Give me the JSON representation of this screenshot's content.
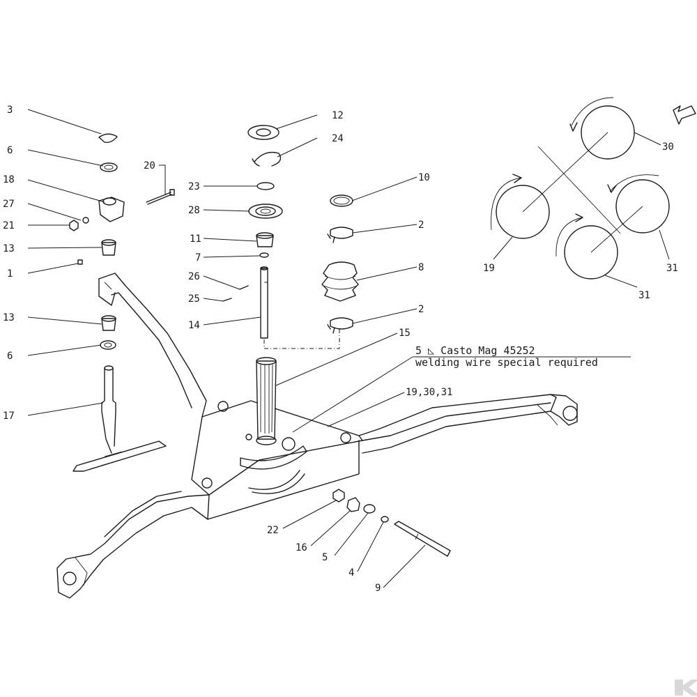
{
  "callouts": {
    "c3": "3",
    "c6a": "6",
    "c18": "18",
    "c27": "27",
    "c21": "21",
    "c13a": "13",
    "c1": "1",
    "c13b": "13",
    "c6b": "6",
    "c17": "17",
    "c20": "20",
    "c23": "23",
    "c28": "28",
    "c11": "11",
    "c7": "7",
    "c26": "26",
    "c25": "25",
    "c14": "14",
    "c12": "12",
    "c24": "24",
    "c10": "10",
    "c2a": "2",
    "c8": "8",
    "c2b": "2",
    "c15": "15",
    "c1930": "19,30,31",
    "c22": "22",
    "c16": "16",
    "c5": "5",
    "c4": "4",
    "c9": "9"
  },
  "weld_note": {
    "line1": "5 ◺ Casto Mag 45252",
    "line2": "welding wire special required"
  },
  "rotor_inset": {
    "c30": "30",
    "c19": "19",
    "c31a": "31",
    "c31b": "31"
  },
  "colors": {
    "line": "#1a1a1a",
    "background": "#ffffff",
    "logo": "#d8d8d8"
  },
  "icons": {
    "direction_arrow": "arrow-icon",
    "brand_logo": "kuhn-logo-icon"
  }
}
